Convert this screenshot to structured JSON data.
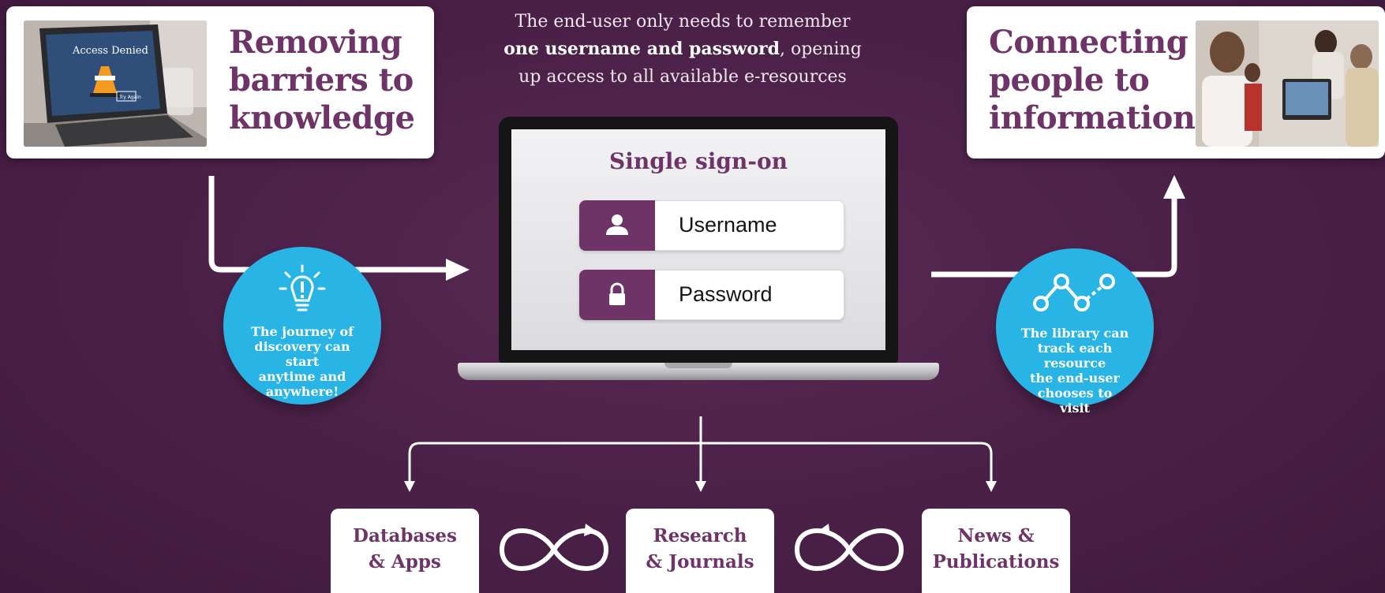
{
  "intro": {
    "line1": "The end-user only needs to remember",
    "bold": "one username and password",
    "line2_rest": ", opening",
    "line3": "up access to all available e-resources"
  },
  "left_card": {
    "title": "Removing\nbarriers to\nknowledge",
    "photo_text_1": "Access Denied",
    "photo_text_2": "Try Again"
  },
  "right_card": {
    "title": "Connecting\npeople to\ninformation"
  },
  "login": {
    "title": "Single sign-on",
    "username_label": "Username",
    "password_label": "Password"
  },
  "circle_left": {
    "text": "The journey of\ndiscovery can start\nanytime and\nanywhere!",
    "icon": "lightbulb-icon"
  },
  "circle_right": {
    "text": "The library can\ntrack each resource\nthe end-user\nchooses to\nvisit",
    "icon": "tracking-path-icon"
  },
  "resources": [
    {
      "label": "Databases\n& Apps"
    },
    {
      "label": "Research\n& Journals"
    },
    {
      "label": "News &\nPublications"
    }
  ],
  "colors": {
    "background": "#4a2047",
    "accent_purple": "#6e3467",
    "circle_blue": "#29b4e6"
  }
}
